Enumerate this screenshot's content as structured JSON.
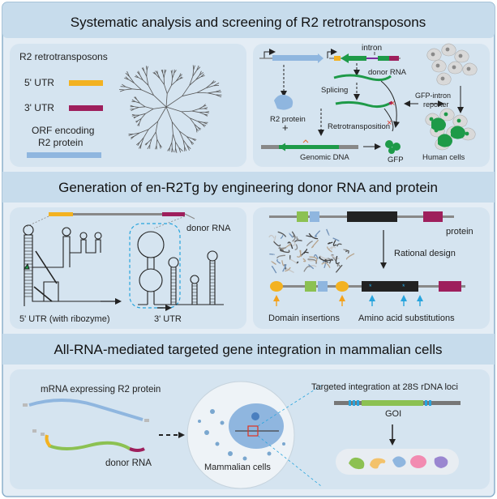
{
  "section1": {
    "title": "Systematic analysis and screening of R2 retrotransposons",
    "left": {
      "heading": "R2 retrotransposons",
      "legend_5utr": "5' UTR",
      "legend_3utr": "3' UTR",
      "legend_orf_line1": "ORF encoding",
      "legend_orf_line2": "R2 protein"
    },
    "right": {
      "intron": "intron",
      "donor_rna": "donor RNA",
      "splicing": "Splicing",
      "r2_protein": "R2 protein",
      "retrotransposition": "Retrotransposition",
      "genomic_dna": "Genomic DNA",
      "gfp": "GFP",
      "reporter_line1": "GFP-intron",
      "reporter_line2": "reporter",
      "human_cells": "Human cells",
      "plus": "+"
    }
  },
  "section2": {
    "title": "Generation of en-R2Tg by engineering donor RNA and protein",
    "left": {
      "donor_rna": "donor RNA",
      "utr5": "5' UTR (with ribozyme)",
      "utr3": "3' UTR"
    },
    "right": {
      "protein": "protein",
      "rational_design": "Rational design",
      "domain_insertions": "Domain insertions",
      "amino_acid_substitutions": "Amino acid substitutions"
    }
  },
  "section3": {
    "title": "All-RNA-mediated targeted gene integration in mammalian cells",
    "mrna_label": "mRNA expressing R2 protein",
    "donor_rna": "donor RNA",
    "mammalian_cells": "Mammalian cells",
    "targeted_integration": "Targeted integration at 28S rDNA loci",
    "goi": "GOI"
  },
  "colors": {
    "panel_bg": "#e4edf5",
    "title_band": "#c7dcec",
    "border": "#8cb0cc",
    "utr5": "#f3b221",
    "utr3": "#9e1f5c",
    "orf": "#8fb6df",
    "green": "#1e9a48",
    "lime": "#8cc152",
    "red": "#d93a2b",
    "cyan": "#27a4dd"
  }
}
